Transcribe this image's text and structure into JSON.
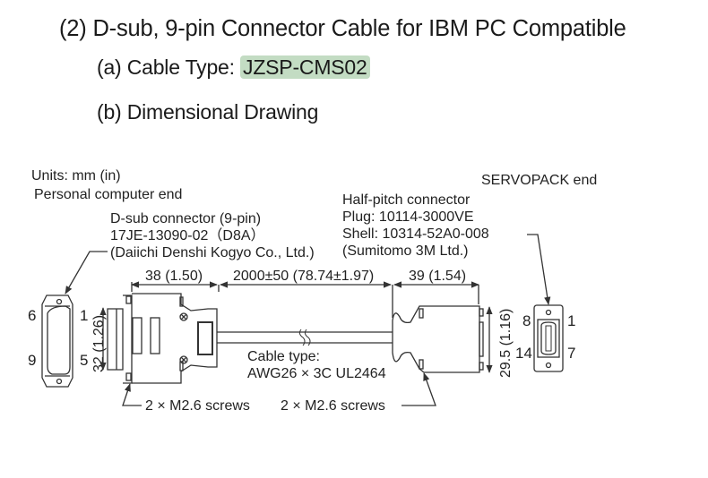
{
  "header": {
    "title": "(2) D-sub, 9-pin Connector Cable for IBM PC Compatible",
    "cable_type_prefix": "(a) Cable Type: ",
    "cable_type_value": "JZSP-CMS02",
    "drawing_title": "(b) Dimensional Drawing"
  },
  "drawing": {
    "units": "Units: mm (in)",
    "pc_end": "Personal computer end",
    "servopack_end": "SERVOPACK end",
    "dsub_connector": {
      "line1": "D-sub connector (9-pin)",
      "line2": "17JE-13090-02（D8A）",
      "line3": "(Daiichi Denshi Kogyo Co., Ltd.)"
    },
    "halfpitch_connector": {
      "line1": "Half-pitch connector",
      "line2": "Plug: 10114-3000VE",
      "line3": "Shell: 10314-52A0-008",
      "line4": "(Sumitomo 3M Ltd.)"
    },
    "dimensions": {
      "dsub_length": "38 (1.50)",
      "cable_length": "2000±50 (78.74±1.97)",
      "halfpitch_length": "39 (1.54)",
      "dsub_height": "32 (1.26)",
      "halfpitch_height": "29.5 (1.16)"
    },
    "cable_type": {
      "line1": "Cable type:",
      "line2": "AWG26 × 3C UL2464"
    },
    "screws_left": "2 × M2.6 screws",
    "screws_right": "2 × M2.6 screws",
    "pins_dsub": {
      "top_left": "6",
      "top_right": "1",
      "bottom_left": "9",
      "bottom_right": "5"
    },
    "pins_halfpitch": {
      "top_left": "8",
      "top_right": "1",
      "bottom_left": "14",
      "bottom_right": "7"
    }
  },
  "colors": {
    "highlight": "#c3dcc3",
    "line": "#333333"
  }
}
